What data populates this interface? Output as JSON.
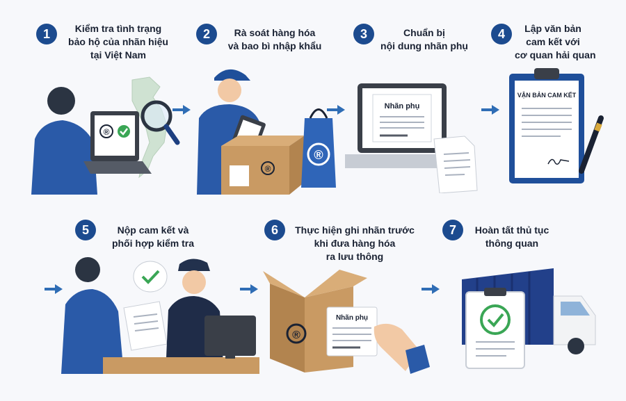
{
  "steps": [
    {
      "number": "1",
      "title_lines": [
        "Kiểm tra tình trạng",
        "bảo hộ của nhãn hiệu",
        "tại Việt Nam"
      ]
    },
    {
      "number": "2",
      "title_lines": [
        "Rà soát hàng hóa",
        "và bao bì nhập khẩu"
      ]
    },
    {
      "number": "3",
      "title_lines": [
        "Chuẩn bị",
        "nội dung nhãn phụ"
      ]
    },
    {
      "number": "4",
      "title_lines": [
        "Lập văn bản",
        "cam kết với",
        "cơ quan hải quan"
      ]
    },
    {
      "number": "5",
      "title_lines": [
        "Nộp cam kết và",
        "phối hợp kiểm tra"
      ]
    },
    {
      "number": "6",
      "title_lines": [
        "Thực hiện ghi nhãn trước",
        "khi đưa hàng hóa",
        "ra lưu thông"
      ]
    },
    {
      "number": "7",
      "title_lines": [
        "Hoàn tất thủ tục",
        "thông quan"
      ]
    }
  ],
  "labels": {
    "laptop_label": "Nhãn phụ",
    "clipboard_title": "VẬN BẢN CAM KẾT",
    "box_label": "Nhãn phụ",
    "trademark_symbol": "®"
  },
  "colors": {
    "primary_blue": "#1c4b8f",
    "arrow_blue": "#2f6db5",
    "cardboard": "#c99a63",
    "check_green": "#3aa655"
  },
  "icons": [
    "magnifier-icon",
    "check-icon",
    "trademark-icon",
    "clipboard-icon",
    "pen-icon",
    "truck-icon",
    "arrow-icon"
  ]
}
